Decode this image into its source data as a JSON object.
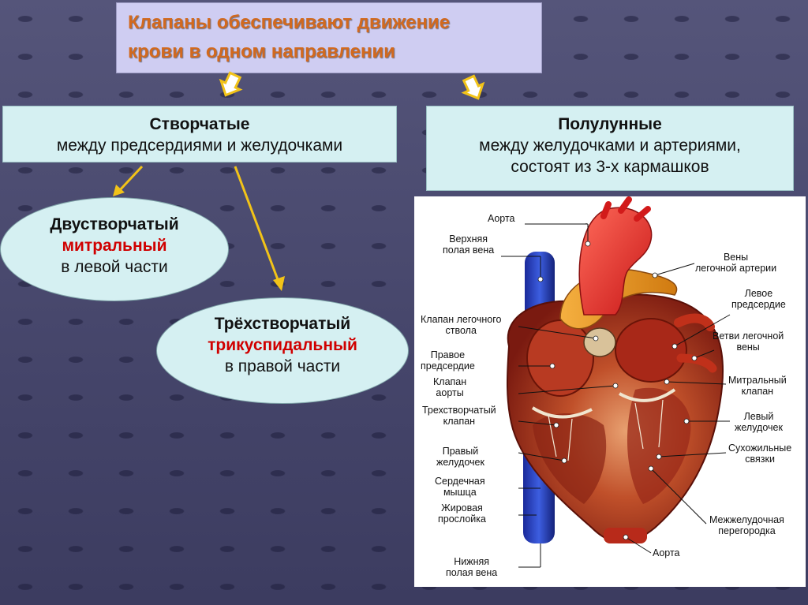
{
  "title": {
    "line1": "Клапаны обеспечивают движение",
    "line2": "крови в одном направлении"
  },
  "left_panel": {
    "heading": "Створчатые",
    "subtitle": "между предсердиями и желудочками"
  },
  "right_panel": {
    "heading": "Полулунные",
    "line1": "между желудочками и артериями,",
    "line2": "состоят из 3-х кармашков"
  },
  "mitral_oval": {
    "heading": "Двустворчатый",
    "highlight": "митральный",
    "location": "в левой части"
  },
  "tricuspid_oval": {
    "heading": "Трёхстворчатый",
    "highlight": "трикуспидальный",
    "location": "в правой части"
  },
  "heart_diagram": {
    "labels": {
      "aorta_top": "Аорта",
      "svc_1": "Верхняя",
      "svc_2": "полая вена",
      "pulm_valve_1": "Клапан легочного",
      "pulm_valve_2": "ствола",
      "right_atrium_1": "Правое",
      "right_atrium_2": "предсердие",
      "aortic_valve_1": "Клапан",
      "aortic_valve_2": "аорты",
      "tricuspid_1": "Трехстворчатый",
      "tricuspid_2": "клапан",
      "right_ventricle_1": "Правый",
      "right_ventricle_2": "желудочек",
      "myocardium_1": "Сердечная",
      "myocardium_2": "мышца",
      "fat_1": "Жировая",
      "fat_2": "прослойка",
      "ivc_1": "Нижняя",
      "ivc_2": "полая вена",
      "pulm_veins_1": "Вены",
      "pulm_veins_2": "легочной артерии",
      "left_atrium_1": "Левое",
      "left_atrium_2": "предсердие",
      "pulm_branches_1": "Ветви легочной",
      "pulm_branches_2": "вены",
      "mitral_1": "Митральный",
      "mitral_2": "клапан",
      "left_ventricle_1": "Левый",
      "left_ventricle_2": "желудочек",
      "chordae_1": "Сухожильные",
      "chordae_2": "связки",
      "septum_1": "Межжелудочная",
      "septum_2": "перегородка",
      "aorta_bottom": "Аорта"
    }
  },
  "colors": {
    "title_text": "#d2691e",
    "panel_bg": "#d5f0f2",
    "highlight_red": "#d00000",
    "arrow_yellow": "#f2c318"
  }
}
